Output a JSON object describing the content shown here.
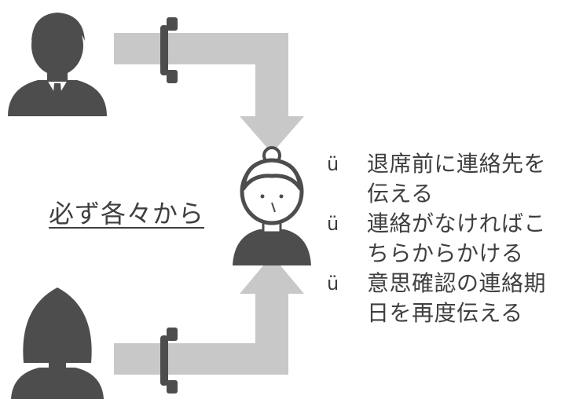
{
  "colors": {
    "arrow": "#c8c8c8",
    "person": "#4d4d4d",
    "text": "#3f3f3f"
  },
  "icons": [
    "male-person-icon",
    "female-person-icon",
    "elderly-woman-icon",
    "telephone-handset-icon"
  ],
  "caption": "必ず各々から",
  "points": [
    {
      "bullet": "ü",
      "text": "退席前に連絡先を\n伝える"
    },
    {
      "bullet": "ü",
      "text": "連絡がなければこ\nちらからかける"
    },
    {
      "bullet": "ü",
      "text": "意思確認の連絡期\n日を再度伝える"
    }
  ]
}
